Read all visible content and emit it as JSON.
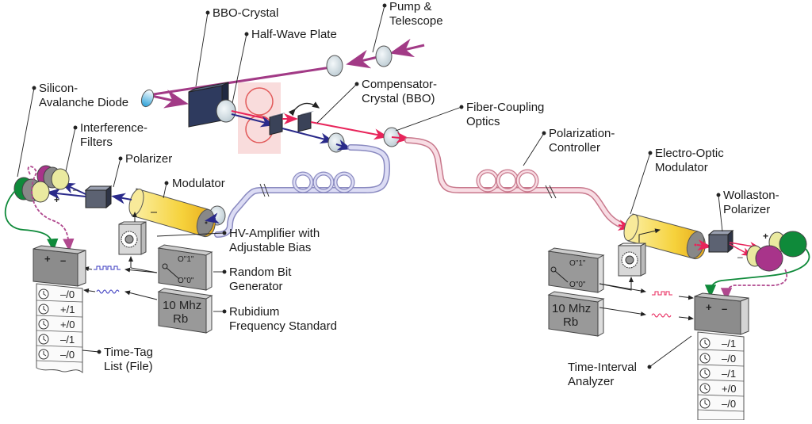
{
  "labels": {
    "bbo_crystal": "BBO-Crystal",
    "half_wave_plate": "Half-Wave Plate",
    "pump_telescope": [
      "Pump &",
      "Telescope"
    ],
    "silicon_avalanche_diode": [
      "Silicon-",
      "Avalanche Diode"
    ],
    "interference_filters": [
      "Interference-",
      "Filters"
    ],
    "polarizer": "Polarizer",
    "modulator": "Modulator",
    "compensator_crystal": [
      "Compensator-",
      "Crystal (BBO)"
    ],
    "fiber_coupling_optics": [
      "Fiber-Coupling",
      "Optics"
    ],
    "polarization_controller": [
      "Polarization-",
      "Controller"
    ],
    "electro_optic_modulator": [
      "Electro-Optic",
      "Modulator"
    ],
    "wollaston_polarizer": [
      "Wollaston-",
      "Polarizer"
    ],
    "hv_amplifier": [
      "HV-Amplifier with",
      "Adjustable Bias"
    ],
    "random_bit_generator": [
      "Random Bit",
      "Generator"
    ],
    "rubidium_standard": [
      "Rubidium",
      "Frequency Standard"
    ],
    "time_tag_list": [
      "Time-Tag",
      "List (File)"
    ],
    "time_interval_analyzer": [
      "Time-Interval",
      "Analyzer"
    ]
  },
  "devices": {
    "rbg_one": "O\"1\"",
    "rbg_zero": "O\"0\"",
    "rb_line1": "10 Mhz",
    "rb_line2": "Rb",
    "plus": "+",
    "minus": "–"
  },
  "time_tags": {
    "alice": [
      "–/0",
      "+/1",
      "+/0",
      "–/1",
      "–/0"
    ],
    "bob": [
      "–/1",
      "–/0",
      "–/1",
      "+/0",
      "–/0"
    ]
  },
  "colors": {
    "pump": "#a23a86",
    "signal_red": "#e8245a",
    "idler_blue": "#2a2a8a",
    "fiber_blue": "#c8c8ea",
    "fiber_pink": "#f2c0cc",
    "green_detector": "#0f8a3a",
    "magenta_detector": "#a8348a",
    "modulator_yellow": "#f7d640",
    "box_gray": "#8c8c8c",
    "crystal_navy": "#2e3a5e"
  }
}
